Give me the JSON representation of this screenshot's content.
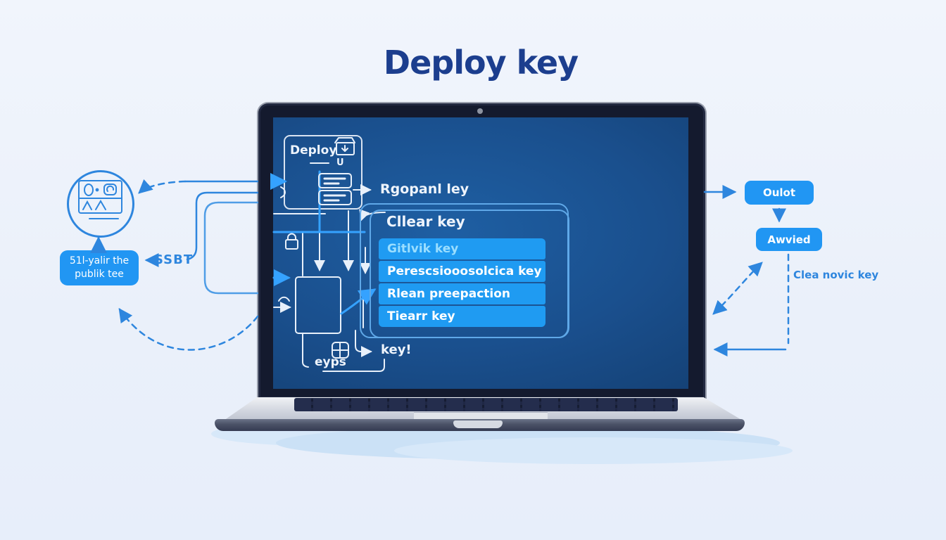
{
  "title": "Deploy key",
  "colors": {
    "accent": "#2196f3",
    "connector_blue": "#2e86de",
    "screen_blue": "#16497e",
    "title_blue": "#1c3e8e",
    "highlight_azure": "#35a2ff",
    "menu_row_blue": "#1f9bf2"
  },
  "left": {
    "repo_icon": "repo-card-icon",
    "pubkey_button": {
      "line1": "51l-yalir the",
      "line2": "publik tee"
    },
    "ssbt_label": "SSBT"
  },
  "screen": {
    "deploy_box_label": "Deploy",
    "u_label": "U",
    "repo_key_label": "Rgopanl ley",
    "clear_key_label": "Cllear key",
    "menu_items": [
      "Gitlvik key",
      "Perescsiooosolcica key",
      "Rlean preepaction",
      "Tiearr key"
    ],
    "eyps_label": "eyps",
    "key_label": "key!",
    "icons": [
      "archive-box-icon",
      "server-stack-icon",
      "lock-icon",
      "key-grid-icon"
    ]
  },
  "right": {
    "oulot_button": "Oulot",
    "awvied_button": "Awvied",
    "clea_label": "Clea novic key"
  }
}
